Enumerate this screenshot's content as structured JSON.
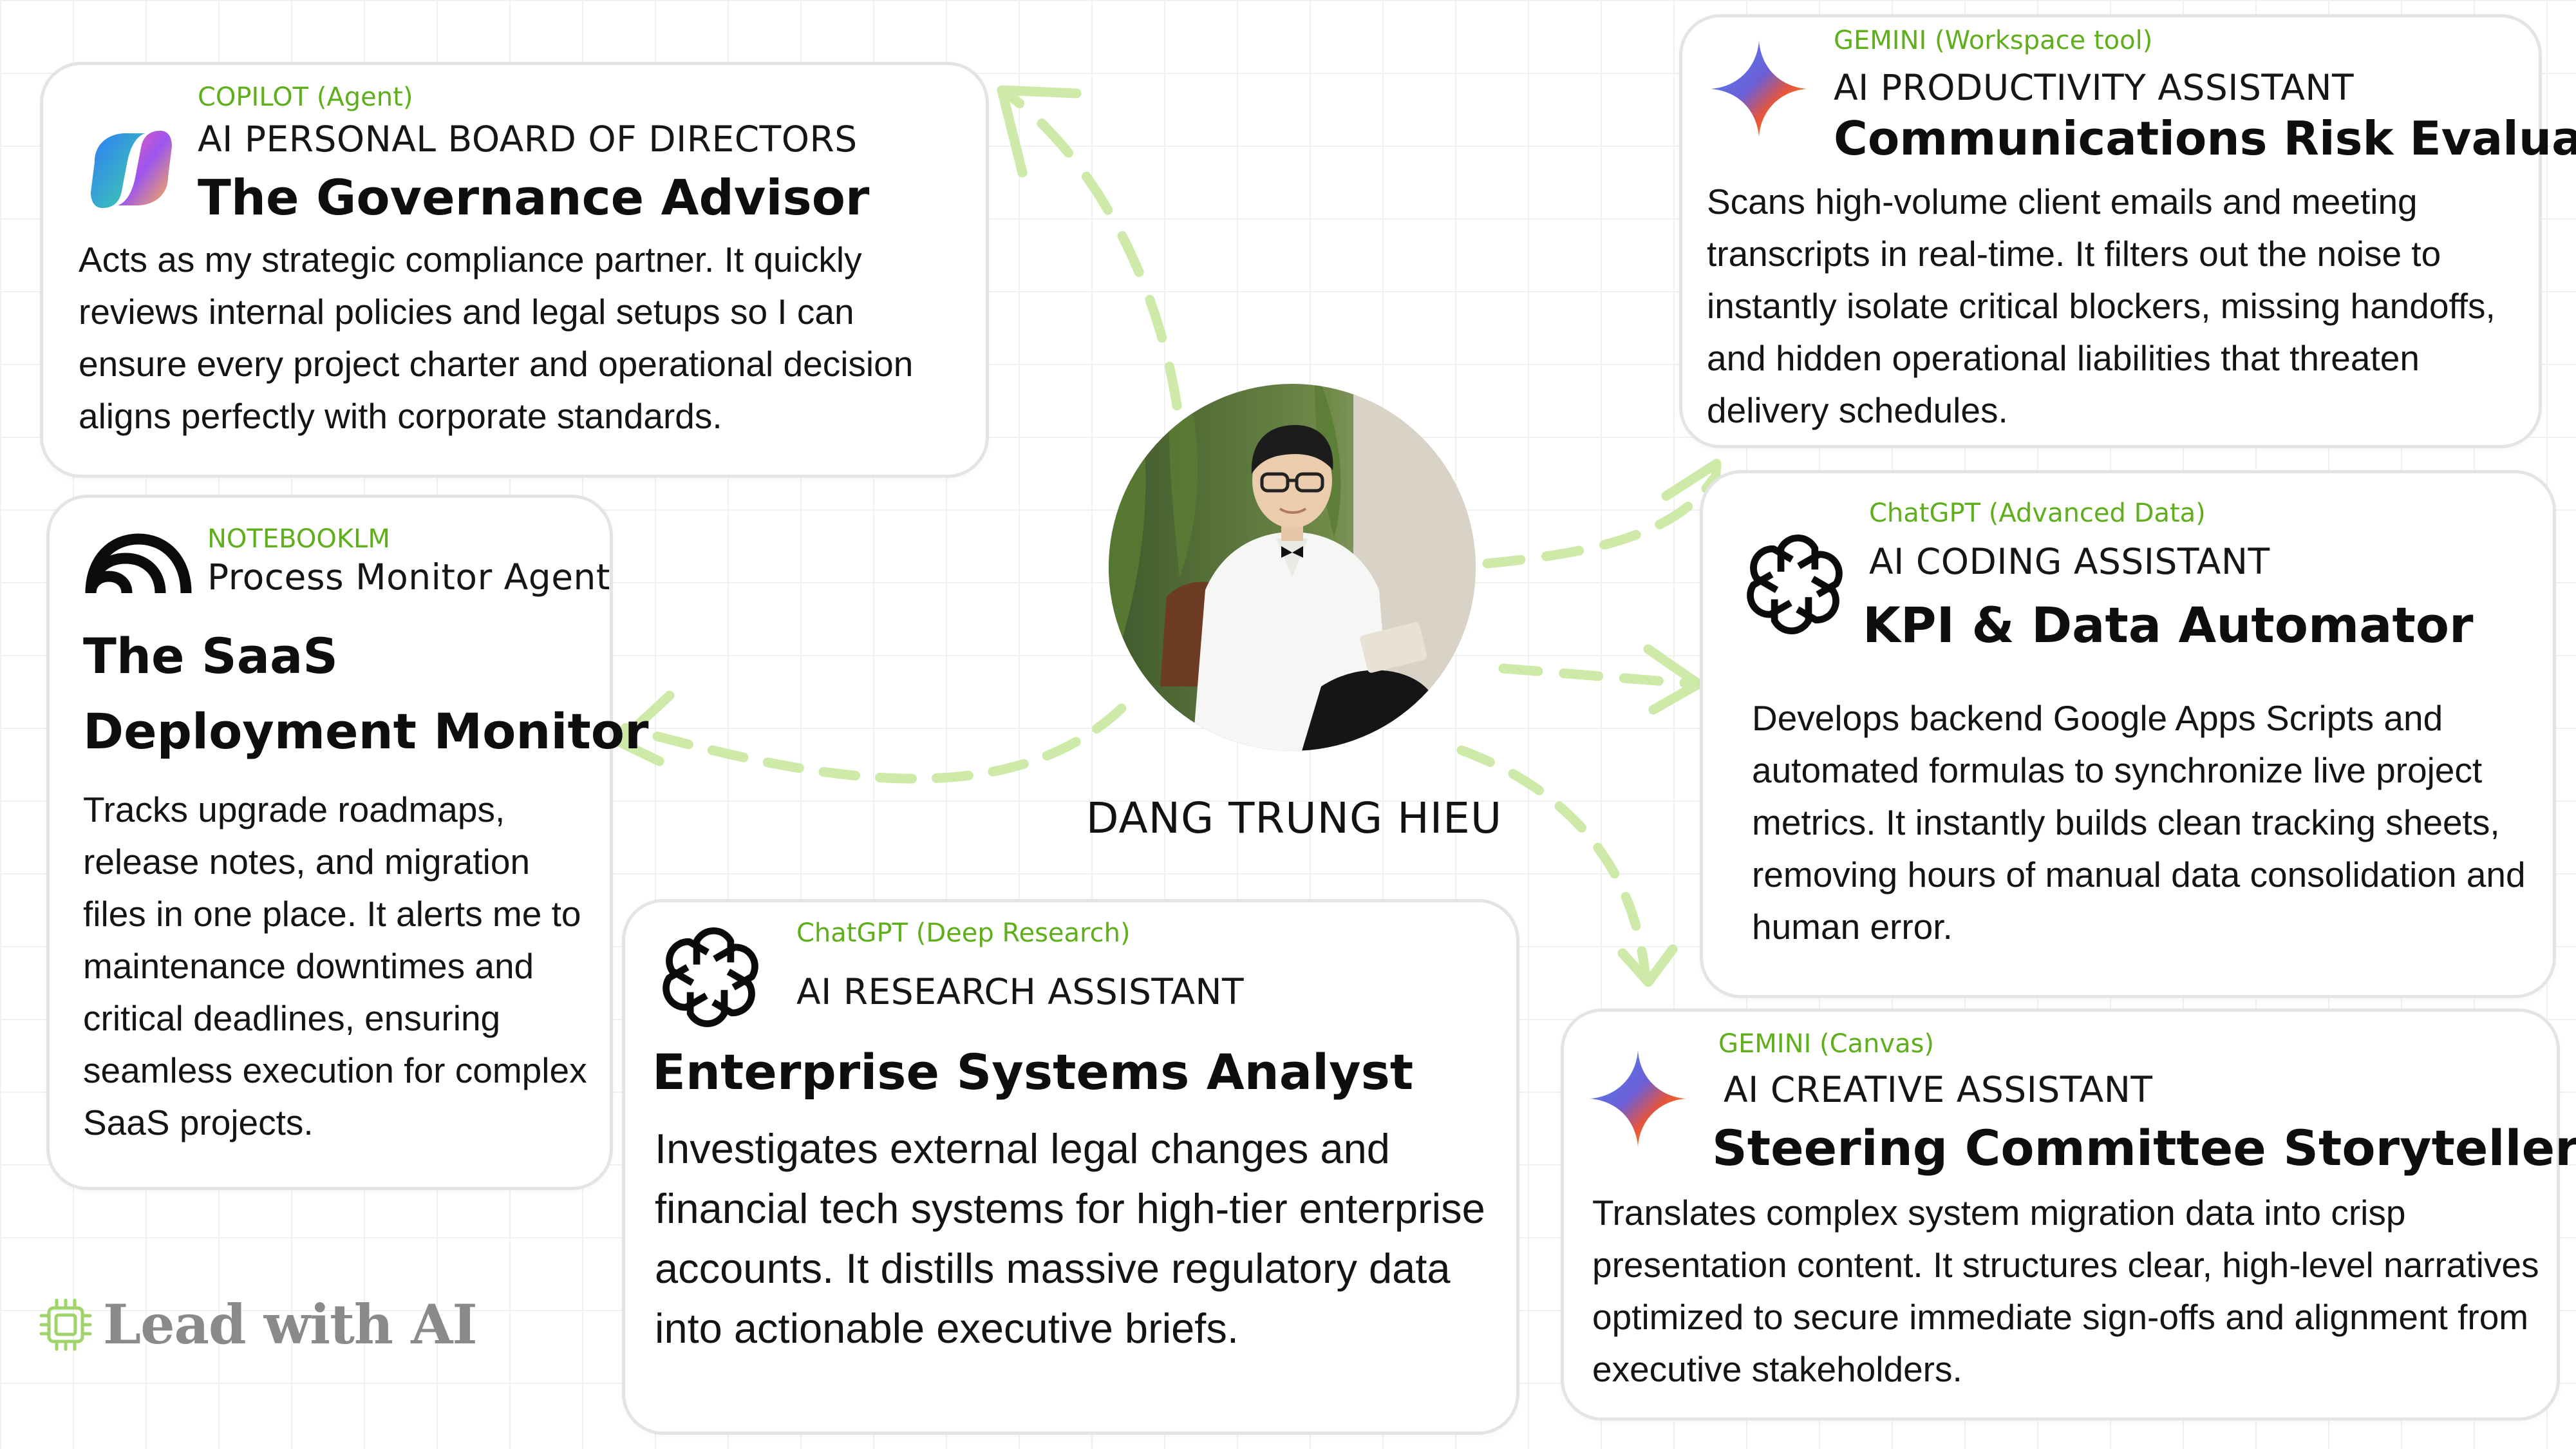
{
  "center": {
    "name": "DANG TRUNG HIEU"
  },
  "brand": {
    "text": "Lead with AI"
  },
  "colors": {
    "accent_green": "#5fae1c",
    "arrow_green": "#cdeaa8",
    "card_border": "#e4e4e4"
  },
  "cards": [
    {
      "tool": "COPILOT (Agent)",
      "role": "AI PERSONAL BOARD OF DIRECTORS",
      "title": "The Governance Advisor",
      "description": "Acts as my strategic compliance partner. It quickly reviews internal policies and legal setups so I can ensure every project charter and operational decision aligns perfectly with corporate standards.",
      "icon": "copilot-logo-icon"
    },
    {
      "tool": "GEMINI (Workspace tool)",
      "role": "AI PRODUCTIVITY ASSISTANT",
      "title": "Communications Risk Evaluator",
      "description": "Scans high-volume client emails and meeting transcripts in real-time. It filters out the noise to instantly isolate critical blockers, missing handoffs, and hidden operational liabilities that threaten delivery schedules.",
      "icon": "gemini-logo-icon"
    },
    {
      "tool": "NOTEBOOKLM",
      "role": "Process Monitor Agent",
      "title_line1": "The SaaS",
      "title_line2": "Deployment Monitor",
      "description": "Tracks upgrade roadmaps, release notes, and migration files in one place. It alerts me to maintenance downtimes and critical deadlines, ensuring seamless execution for complex SaaS projects.",
      "icon": "notebooklm-logo-icon"
    },
    {
      "tool": "ChatGPT (Advanced Data)",
      "role": "AI CODING ASSISTANT",
      "title": "KPI & Data Automator",
      "description": "Develops backend Google Apps Scripts and automated formulas to synchronize live project metrics. It instantly builds clean tracking sheets, removing hours of manual data consolidation and human error.",
      "icon": "chatgpt-logo-icon"
    },
    {
      "tool": "ChatGPT (Deep Research)",
      "role": "AI RESEARCH ASSISTANT",
      "title": "Enterprise Systems Analyst",
      "description": "Investigates external legal changes and financial tech systems for high-tier enterprise accounts. It distills massive regulatory data into actionable executive briefs.",
      "icon": "chatgpt-logo-icon"
    },
    {
      "tool": "GEMINI (Canvas)",
      "role": "AI CREATIVE ASSISTANT",
      "title": "Steering Committee Storyteller",
      "description": "Translates complex system migration data into crisp presentation content. It structures clear, high-level narratives optimized to secure immediate sign-offs and alignment from executive stakeholders.",
      "icon": "gemini-logo-icon"
    }
  ]
}
